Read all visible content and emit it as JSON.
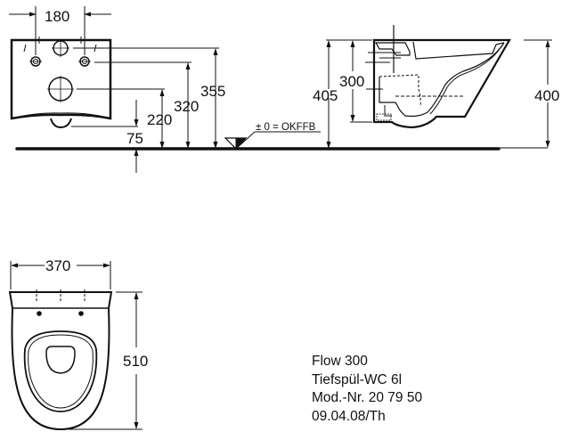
{
  "drawing": {
    "front_view": {
      "width_between_bolts": "180",
      "dim_355": "355",
      "dim_320": "320",
      "dim_220": "220",
      "dim_75": "75"
    },
    "floor_reference": "± 0 = OKFFB",
    "side_view": {
      "dim_405": "405",
      "dim_300": "300",
      "dim_400": "400"
    },
    "top_view": {
      "width": "370",
      "depth": "510"
    }
  },
  "info_block": {
    "product": "Flow 300",
    "type": "Tiefspül-WC 6l",
    "model_number": "Mod.-Nr. 20 79 50",
    "date": "09.04.08/Th"
  },
  "colors": {
    "line": "#111111",
    "background": "#ffffff"
  }
}
